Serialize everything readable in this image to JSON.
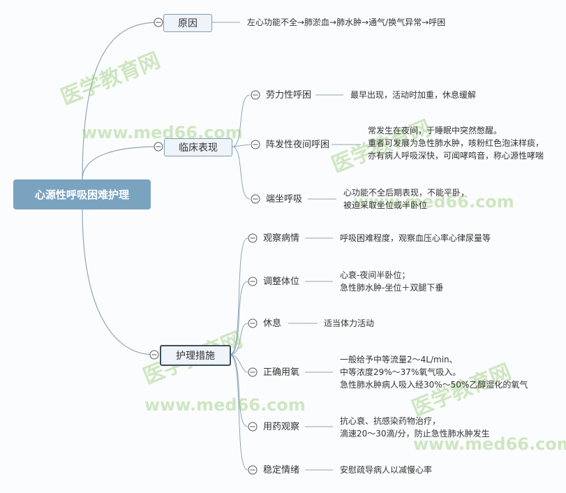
{
  "root": "心源性呼吸困难护理",
  "branches": {
    "cause": {
      "label": "原因",
      "leaf": "左心功能不全→肺淤血→肺水肿→通气/换气异常→呼困"
    },
    "clinical": {
      "label": "临床表现",
      "children": [
        {
          "label": "劳力性呼困",
          "lines": [
            "最早出现，活动时加重，休息缓解"
          ]
        },
        {
          "label": "阵发性夜间呼困",
          "lines": [
            "常发生在夜间，于睡眠中突然憋醒。",
            "重者可发展为急性肺水肿，咳粉红色泡沫样痰，",
            "亦有病人呼吸深快，可闻哮鸣音，称心源性哮喘"
          ]
        },
        {
          "label": "端坐呼吸",
          "lines": [
            "心功能不全后期表现，不能平卧，",
            "被迫采取坐位或半卧位"
          ]
        }
      ]
    },
    "care": {
      "label": "护理措施",
      "children": [
        {
          "label": "观察病情",
          "lines": [
            "呼吸困难程度，观察血压心率心律尿量等"
          ]
        },
        {
          "label": "调整体位",
          "lines": [
            "心衰-夜间半卧位；",
            "急性肺水肿-坐位＋双腿下垂"
          ]
        },
        {
          "label": "休息",
          "lines": [
            "适当体力活动"
          ]
        },
        {
          "label": "正确用氧",
          "lines": [
            "一般给予中等流量2～4L/min、",
            "中等浓度29%～37%氧气吸入。",
            "急性肺水肿病人吸入经30%～50%乙醇湿化的氧气"
          ]
        },
        {
          "label": "用药观察",
          "lines": [
            "抗心衰、抗感染药物治疗，",
            "滴速20～30滴/分，防止急性肺水肿发生"
          ]
        },
        {
          "label": "稳定情绪",
          "lines": [
            "安慰疏导病人以减慢心率"
          ]
        }
      ]
    }
  },
  "watermark": {
    "cn": "医学教育网",
    "url": "www.med66.com"
  },
  "colors": {
    "root_fill": "#7aa3bf",
    "branch_border": "#7f9cb0",
    "selected_border": "#3d4e5c",
    "connector": "#8aa6b9"
  },
  "icons": {
    "collapse": "collapse-minus-icon"
  }
}
